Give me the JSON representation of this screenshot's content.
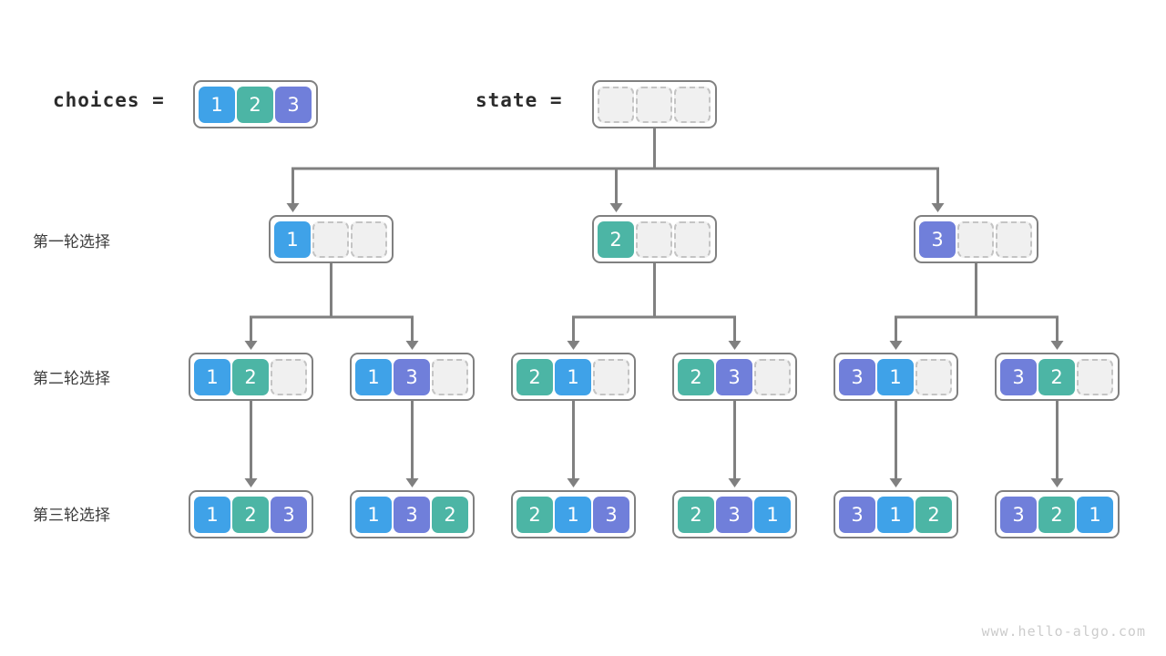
{
  "page": {
    "watermark": "www.hello-algo.com",
    "background": "#ffffff"
  },
  "palette": {
    "value_1": "#3FA2E8",
    "value_2": "#4CB5A5",
    "value_3": "#707FDA",
    "empty_fill": "#f0f0f0",
    "empty_border": "#c4c4c4",
    "array_border": "#808080",
    "wire": "#808080",
    "label_text": "#3c3c3c",
    "var_text": "#2b2b2b",
    "watermark_text": "#cccccc"
  },
  "header": {
    "choices_label": "choices  =",
    "choices_values": [
      1,
      2,
      3
    ],
    "state_label": "state  =",
    "state_values": [
      null,
      null,
      null
    ]
  },
  "row_labels": {
    "round1": "第一轮选择",
    "round2": "第二轮选择",
    "round3": "第三轮选择"
  },
  "tree": {
    "round1": [
      {
        "cells": [
          1,
          null,
          null
        ]
      },
      {
        "cells": [
          2,
          null,
          null
        ]
      },
      {
        "cells": [
          3,
          null,
          null
        ]
      }
    ],
    "round2": [
      {
        "cells": [
          1,
          2,
          null
        ]
      },
      {
        "cells": [
          1,
          3,
          null
        ]
      },
      {
        "cells": [
          2,
          1,
          null
        ]
      },
      {
        "cells": [
          2,
          3,
          null
        ]
      },
      {
        "cells": [
          3,
          1,
          null
        ]
      },
      {
        "cells": [
          3,
          2,
          null
        ]
      }
    ],
    "round3": [
      {
        "cells": [
          1,
          2,
          3
        ]
      },
      {
        "cells": [
          1,
          3,
          2
        ]
      },
      {
        "cells": [
          2,
          1,
          3
        ]
      },
      {
        "cells": [
          2,
          3,
          1
        ]
      },
      {
        "cells": [
          3,
          1,
          2
        ]
      },
      {
        "cells": [
          3,
          2,
          1
        ]
      }
    ]
  }
}
